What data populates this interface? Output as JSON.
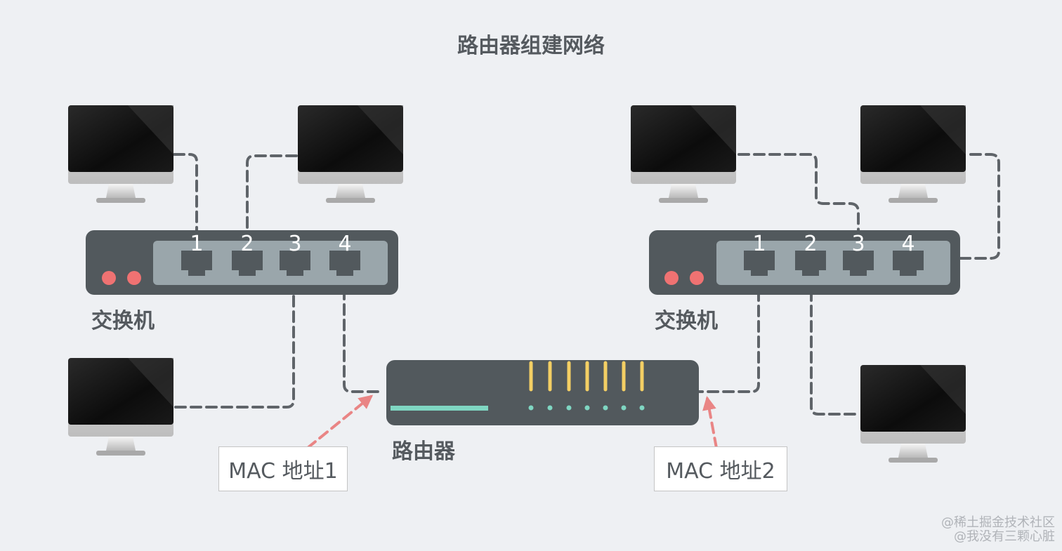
{
  "title": "路由器组建网络",
  "switch_left": {
    "label": "交换机",
    "ports": [
      "1",
      "2",
      "3",
      "4"
    ]
  },
  "switch_right": {
    "label": "交换机",
    "ports": [
      "1",
      "2",
      "3",
      "4"
    ]
  },
  "router": {
    "label": "路由器"
  },
  "mac_labels": [
    "MAC 地址1",
    "MAC 地址2"
  ],
  "watermark": [
    "@稀土掘金技术社区",
    "@我没有三颗心脏"
  ],
  "colors": {
    "background": "#eef0f3",
    "device_dark": "#52595d",
    "switch_panel": "#9aa6ab",
    "indicator_red": "#ef7272",
    "router_light_yellow": "#f4cf64",
    "router_light_teal": "#7fd6c2",
    "arrow_pink": "#e98585",
    "cable_gray": "#5f6469"
  },
  "icons": {
    "computer": "monitor-icon",
    "port": "ethernet-port-icon"
  }
}
